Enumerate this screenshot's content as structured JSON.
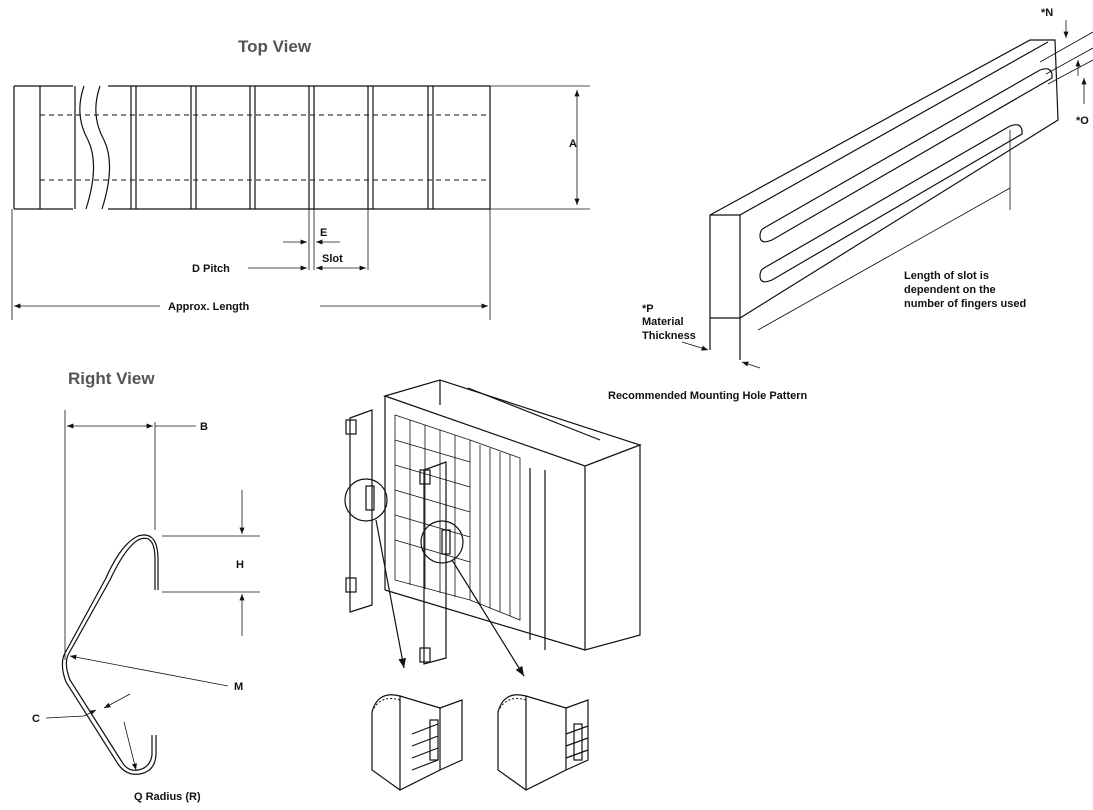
{
  "top_view": {
    "title": "Top View",
    "labels": {
      "a": "A",
      "e": "E",
      "d_pitch": "D Pitch",
      "slot": "Slot",
      "length": "Approx. Length"
    }
  },
  "right_view": {
    "title": "Right View",
    "labels": {
      "b": "B",
      "h": "H",
      "m": "M",
      "c": "C",
      "q": "Q Radius (R)"
    }
  },
  "mounting": {
    "labels": {
      "n": "*N",
      "o": "*O",
      "p": "*P",
      "material": "Material",
      "thickness": "Thickness",
      "slot_note_1": "Length of slot is",
      "slot_note_2": "dependent on the",
      "slot_note_3": "number of fingers used",
      "caption": "Recommended Mounting Hole Pattern"
    }
  }
}
